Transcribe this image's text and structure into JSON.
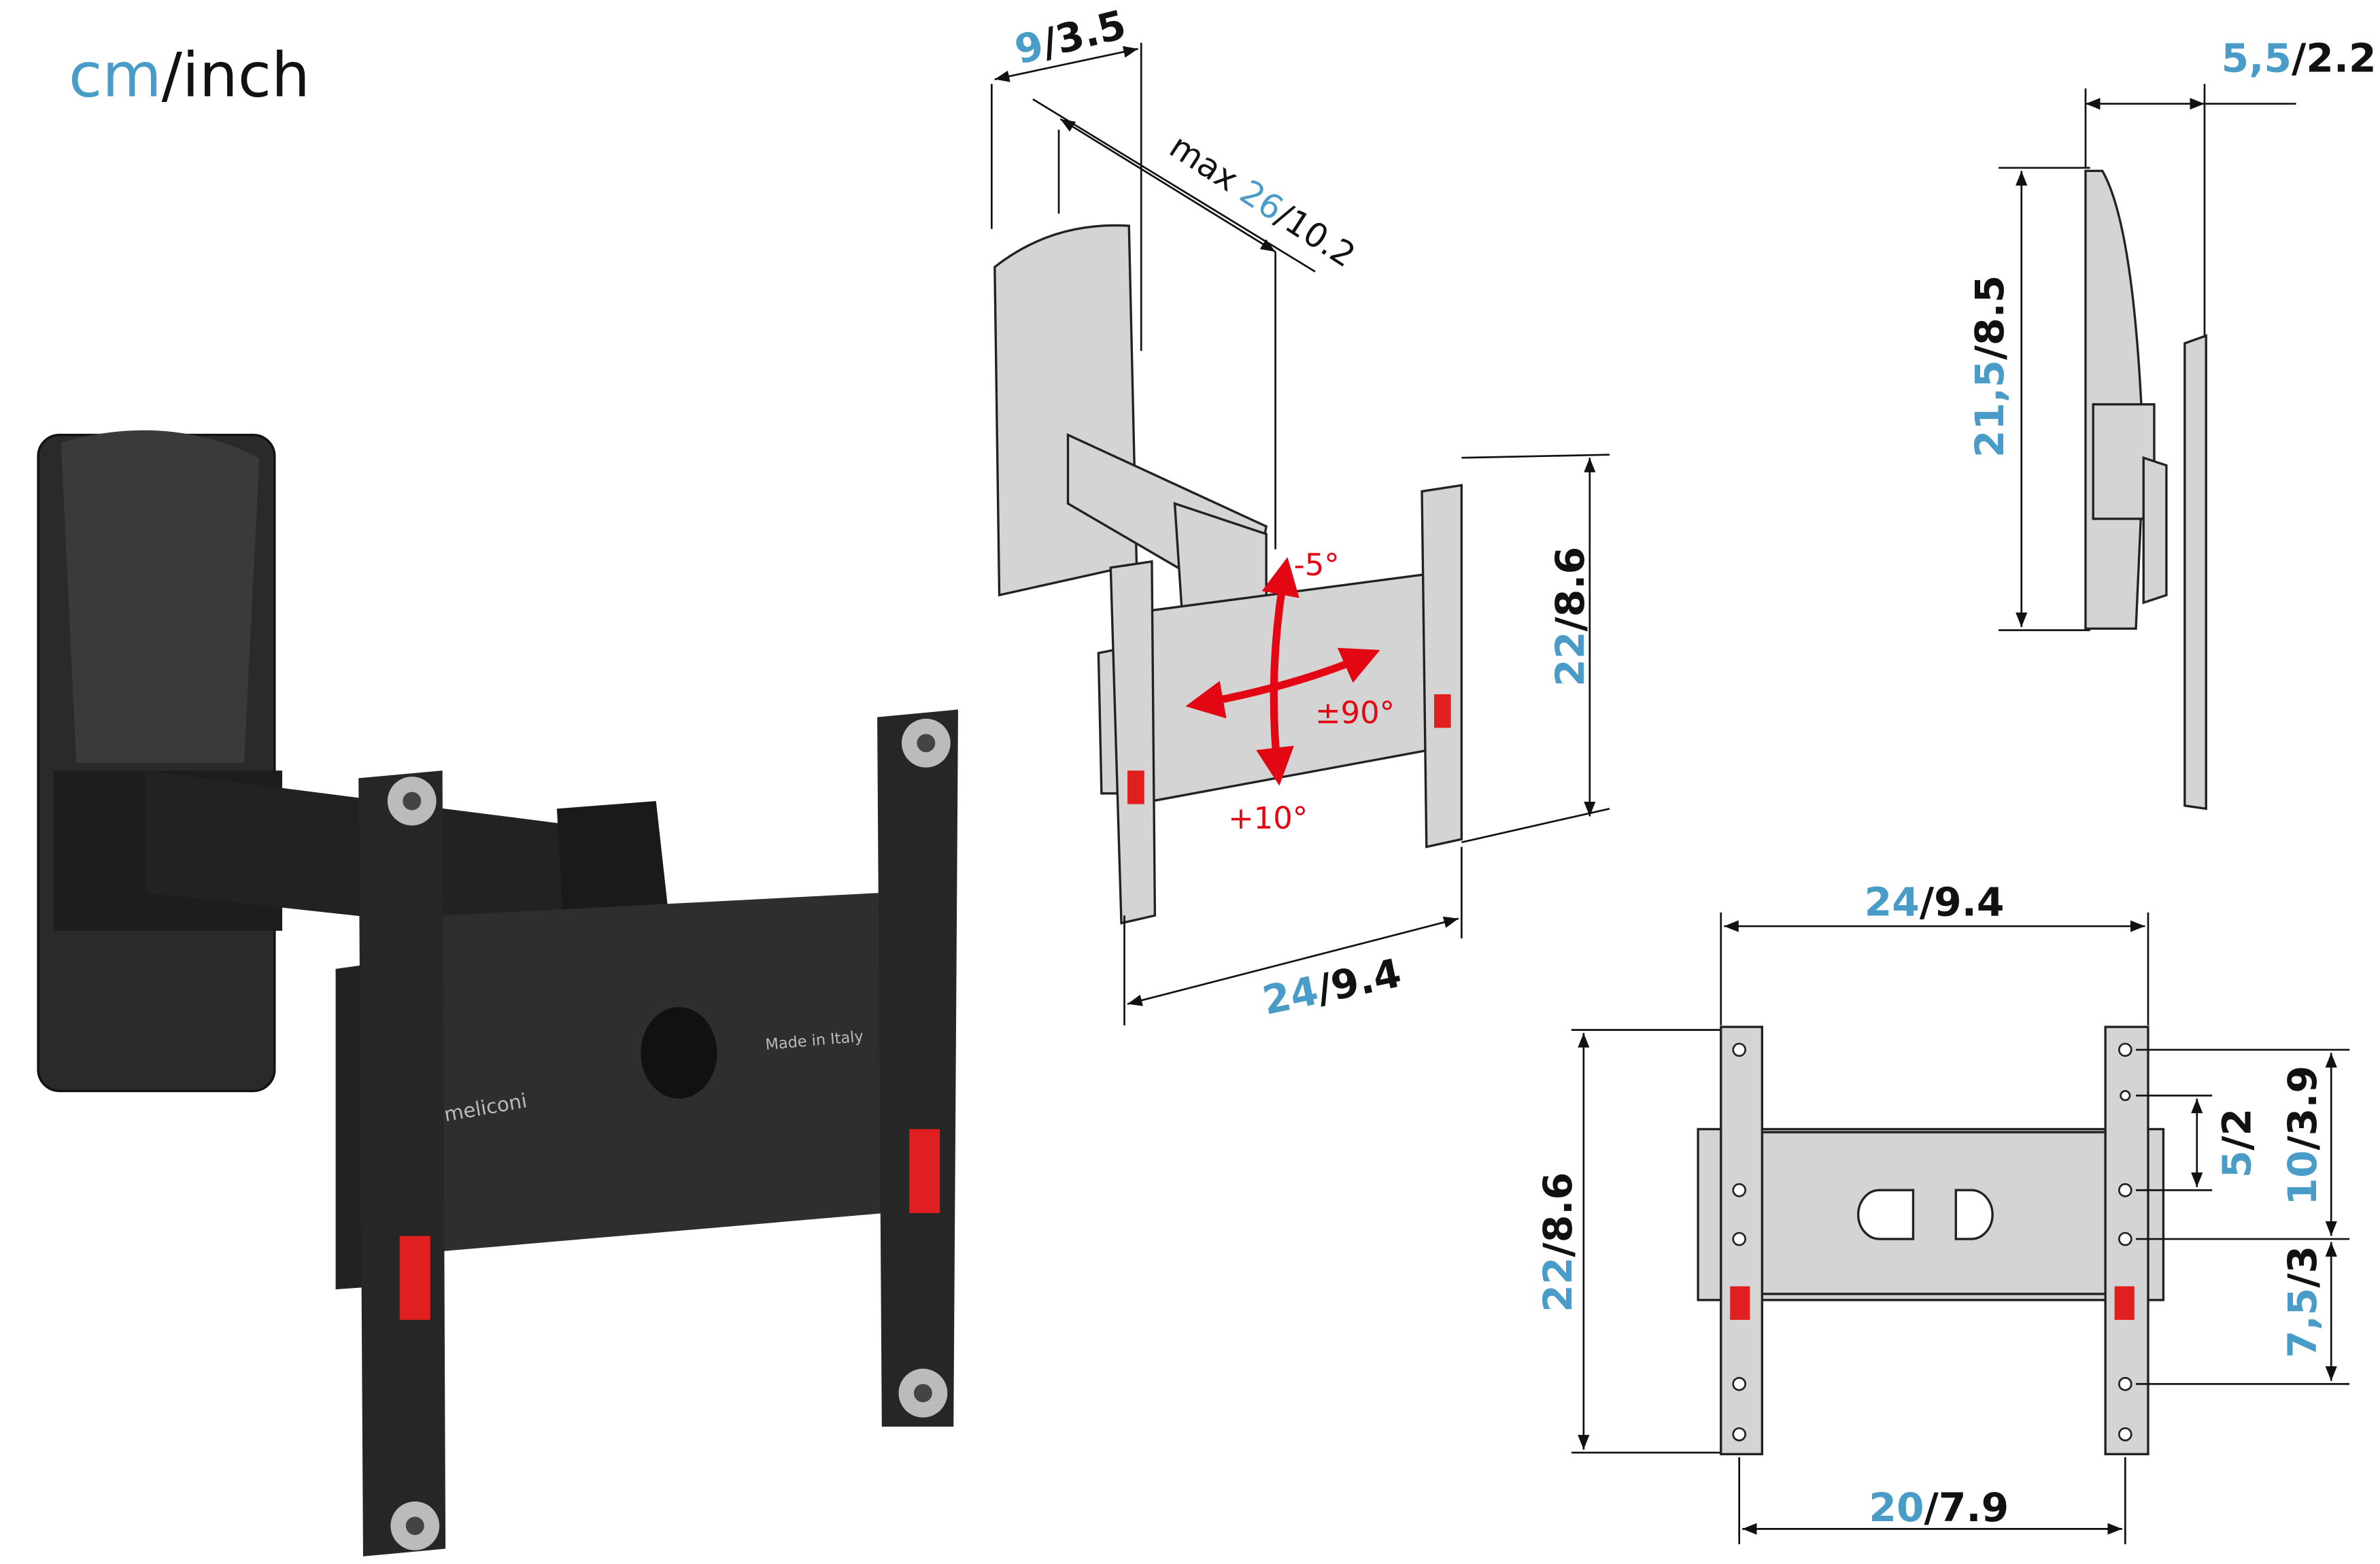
{
  "unit_label": {
    "cm": "cm",
    "sep": "/",
    "inch": "inch"
  },
  "colors": {
    "cm": "#4a9cc8",
    "inch": "#111111",
    "angle": "#e30613"
  },
  "product_text": {
    "made_in": "Made in Italy",
    "brand": "meliconi"
  },
  "iso_view": {
    "depth_min": {
      "cm": "9",
      "inch": "/3.5"
    },
    "depth_max": {
      "prefix": "max ",
      "cm": "26",
      "inch": "/10.2"
    },
    "height": {
      "cm": "22",
      "inch": "/8.6"
    },
    "width": {
      "cm": "24",
      "inch": "/9.4"
    },
    "tilt_up": "-5°",
    "tilt_down": "+10°",
    "swivel": "±90°"
  },
  "side_view": {
    "depth": {
      "cm": "5,5",
      "inch": "/2.2"
    },
    "height": {
      "cm": "21,5",
      "inch": "/8.5"
    }
  },
  "front_view": {
    "width": {
      "cm": "24",
      "inch": "/9.4"
    },
    "height": {
      "cm": "22",
      "inch": "/8.6"
    },
    "hole_spacing_small": {
      "cm": "5",
      "inch": "/2"
    },
    "hole_spacing_mid": {
      "cm": "10",
      "inch": "/3.9"
    },
    "hole_offset": {
      "cm": "7,5",
      "inch": "/3"
    },
    "vesa_width": {
      "cm": "20",
      "inch": "/7.9"
    }
  }
}
